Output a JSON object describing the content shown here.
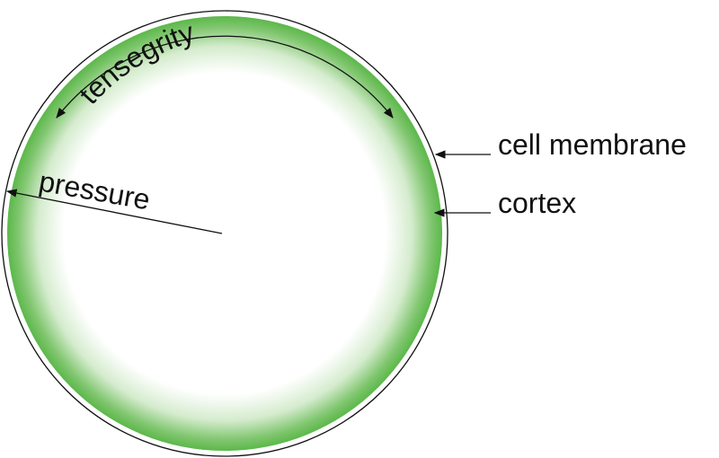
{
  "labels": {
    "tensegrity": "tensegrity",
    "pressure": "pressure",
    "cell_membrane": "cell membrane",
    "cortex": "cortex"
  },
  "colors": {
    "cortex_green": "#5cb84a",
    "line": "#111111",
    "background": "#ffffff"
  }
}
